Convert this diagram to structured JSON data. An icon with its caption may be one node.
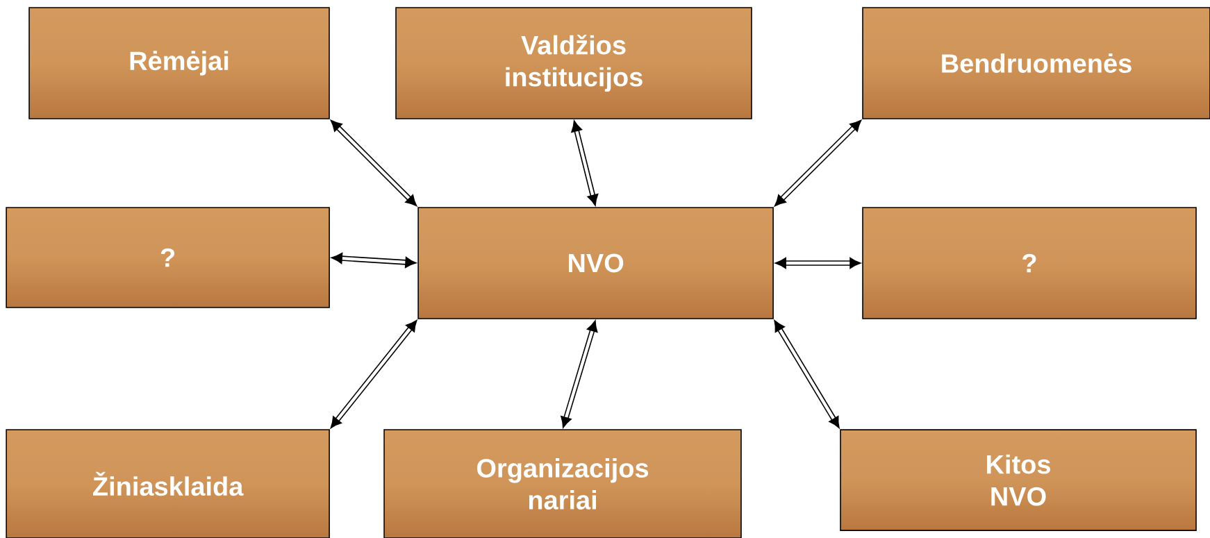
{
  "diagram": {
    "nodes": [
      {
        "text": [
          "Rėmėjai"
        ]
      },
      {
        "text": [
          "Valdžios institucijos"
        ]
      },
      {
        "text": [
          "Bendruomenės"
        ]
      },
      {
        "text": [
          "?"
        ]
      },
      {
        "text": [
          "NVO"
        ]
      },
      {
        "text": [
          "?"
        ]
      },
      {
        "text": [
          "Žiniasklaida"
        ]
      },
      {
        "text": [
          "Organizacijos nariai"
        ]
      },
      {
        "text": [
          "Kitos NVO"
        ]
      }
    ],
    "edges": [
      {
        "from": 4,
        "to": 0,
        "arrow": "both"
      },
      {
        "from": 4,
        "to": 1,
        "arrow": "both"
      },
      {
        "from": 4,
        "to": 2,
        "arrow": "both"
      },
      {
        "from": 4,
        "to": 3,
        "arrow": "both"
      },
      {
        "from": 4,
        "to": 5,
        "arrow": "both"
      },
      {
        "from": 4,
        "to": 6,
        "arrow": "both"
      },
      {
        "from": 4,
        "to": 7,
        "arrow": "both"
      },
      {
        "from": 4,
        "to": 8,
        "arrow": "both"
      }
    ]
  }
}
